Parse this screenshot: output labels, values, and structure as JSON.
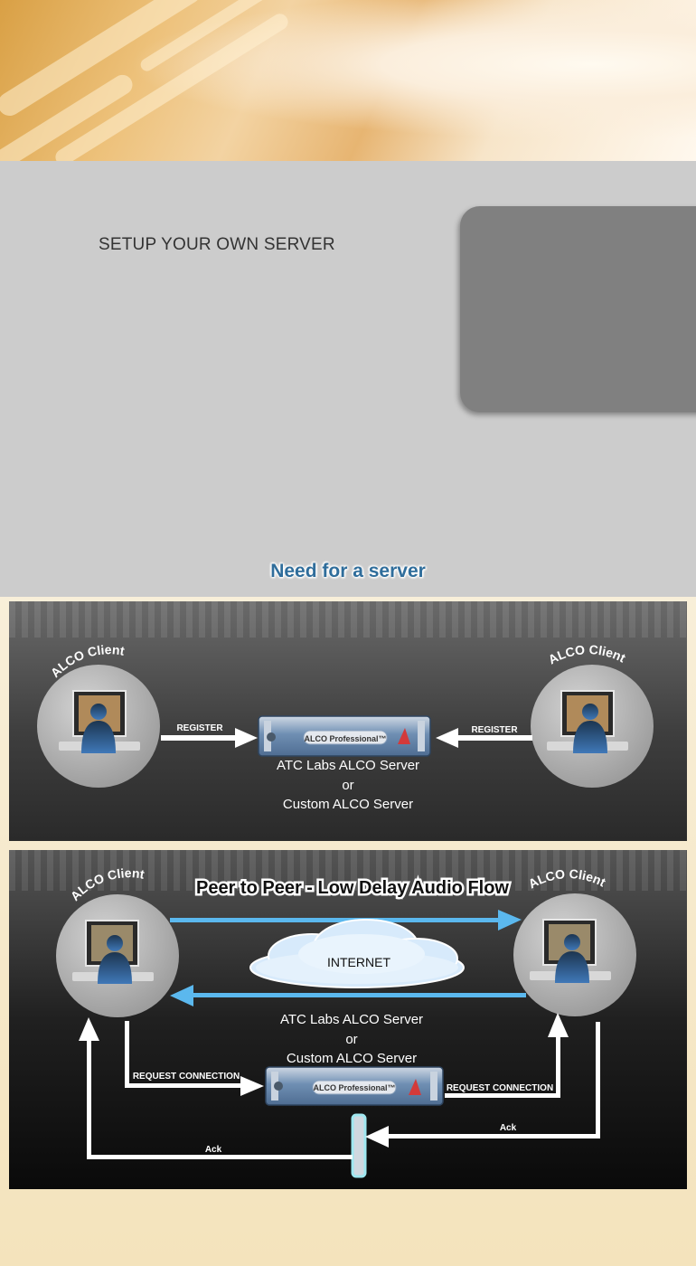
{
  "page": {
    "heading": "SETUP YOUR OWN SERVER",
    "diagram_title": "Need for a server"
  },
  "diagram": {
    "top": {
      "client_left": "ALCO Client",
      "client_right": "ALCO Client",
      "arrow_left": "REGISTER",
      "arrow_right": "REGISTER",
      "server_badge": "ALCO Professional™",
      "server_line1": "ATC Labs ALCO Server",
      "server_line2": "or",
      "server_line3": "Custom ALCO Server"
    },
    "bottom": {
      "headline": "Peer to Peer - Low Delay Audio Flow",
      "client_left": "ALCO Client",
      "client_right": "ALCO Client",
      "cloud": "INTERNET",
      "server_line1": "ATC Labs ALCO Server",
      "server_line2": "or",
      "server_line3": "Custom ALCO Server",
      "server_badge": "ALCO Professional™",
      "request_left": "REQUEST CONNECTION",
      "request_right": "REQUEST CONNECTION",
      "ack_left": "Ack",
      "ack_right": "Ack"
    }
  },
  "colors": {
    "panel_bg": "#cccccc",
    "heading": "#333333",
    "title_blue": "#2f6d9b",
    "flow_arrow": "#5bb8ee",
    "diagram_dark": "#222222"
  }
}
